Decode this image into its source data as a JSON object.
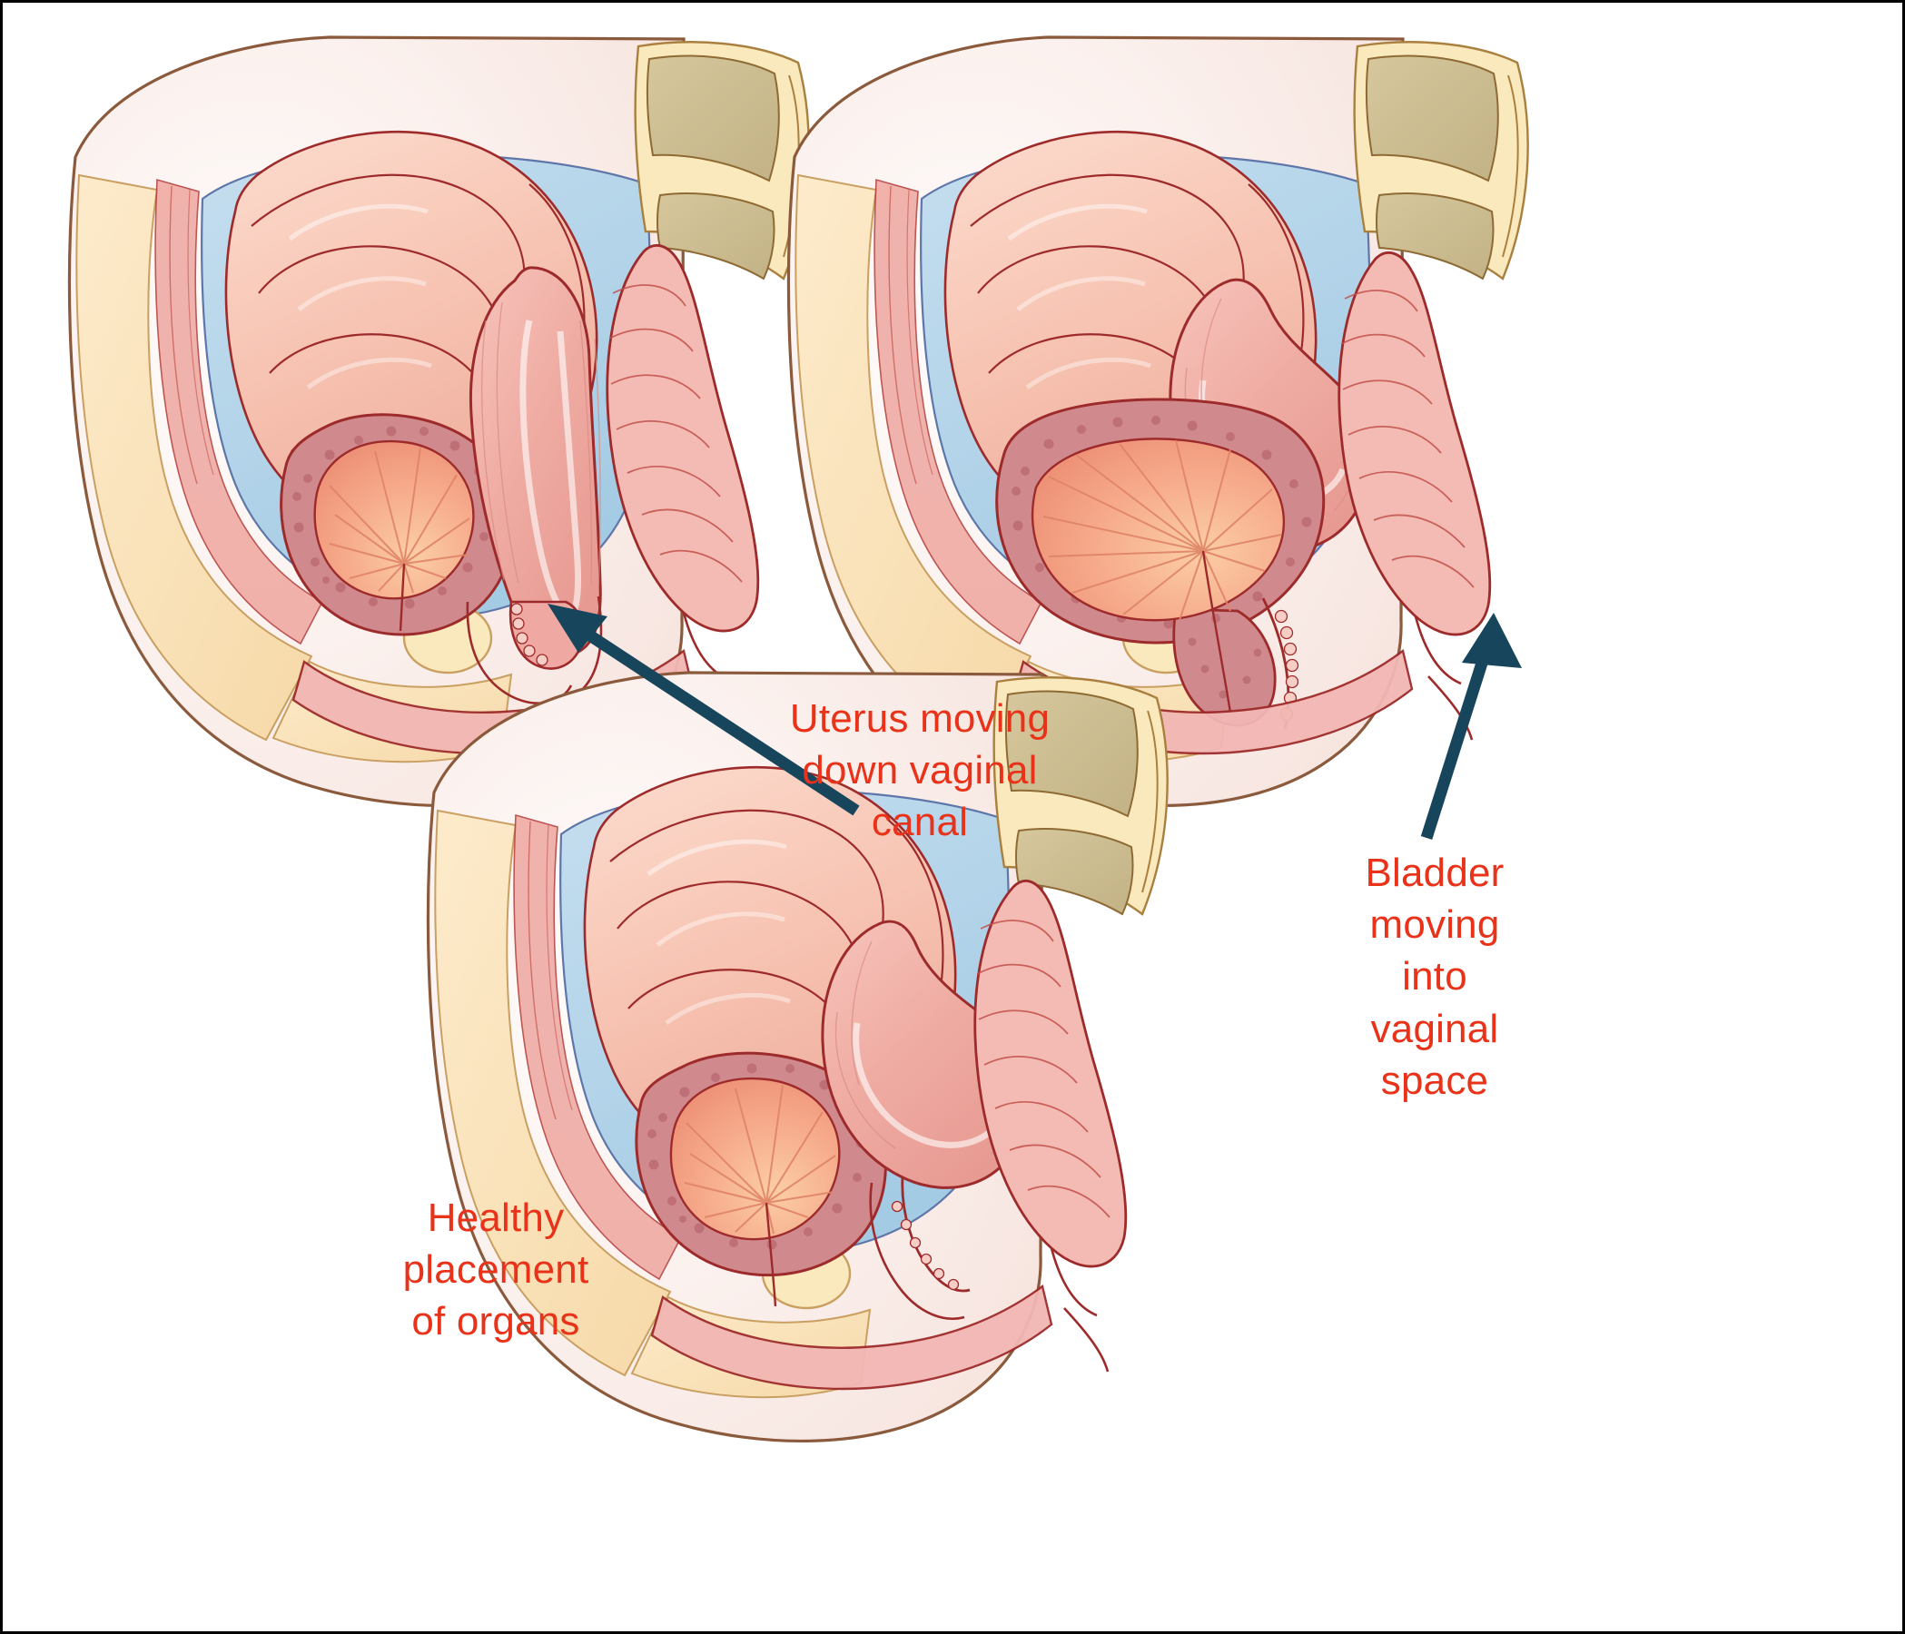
{
  "figure": {
    "type": "medical-illustration",
    "subject": "Female pelvic organ prolapse — midsagittal sections",
    "background_color": "#ffffff",
    "border_color": "#000000",
    "label_color": "#E8331A",
    "arrow_color": "#17455C"
  },
  "labels": {
    "uterine_prolapse": "Uterus moving\ndown vaginal\ncanal",
    "cystocele": "Bladder\nmoving\ninto\nvaginal\nspace",
    "healthy": "Healthy\nplacement\nof organs"
  },
  "panels": [
    {
      "id": "uterine-prolapse",
      "position": "top-left",
      "caption": "Uterus moving down vaginal canal",
      "arrow": "points up-left to the descended uterus in the vaginal canal"
    },
    {
      "id": "cystocele",
      "position": "top-right",
      "caption": "Bladder moving into vaginal space",
      "arrow": "points up to the bladder bulging into the anterior vaginal wall"
    },
    {
      "id": "healthy",
      "position": "bottom-center",
      "caption": "Healthy placement of organs",
      "arrow": "none"
    }
  ],
  "anatomy": {
    "structures": [
      "small intestine",
      "peritoneal cavity",
      "rectus abdominis muscle",
      "sacrum / vertebrae",
      "urinary bladder",
      "bladder rugae",
      "pubic symphysis",
      "uterus",
      "endometrial cavity",
      "cervix",
      "vagina",
      "rectum",
      "anus",
      "pelvic floor",
      "subcutaneous fat",
      "skin outline"
    ],
    "colors": {
      "skin_outline": "#8B5A3C",
      "body_fill": "#FBF0EC",
      "fat": "#FAE0B8",
      "bone_cortical": "#FBE9BE",
      "bone_marrow": "#CDBE93",
      "intestine": "#F8C6B6",
      "intestine_outline": "#9E2B2B",
      "peritoneum_blue": "#AFD1E8",
      "bladder_wall": "#D08A8E",
      "bladder_rugae": "#F4A183",
      "uterus": "#F0ADA4",
      "rectum": "#F3BBB3",
      "muscle": "#EFA9A2"
    }
  }
}
